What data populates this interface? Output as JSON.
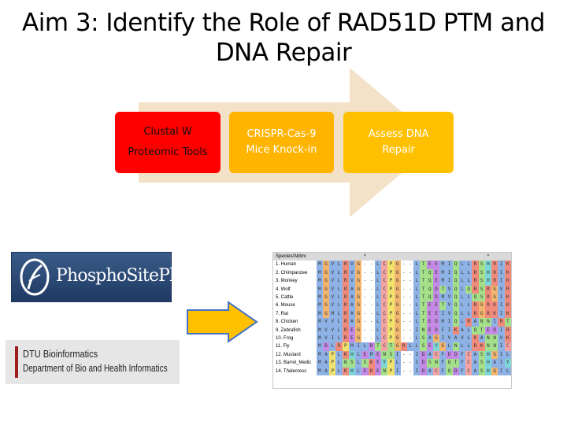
{
  "title": {
    "line1": "Aim 3:  Identify the Role of RAD51D PTM and",
    "line2": "DNA Repair"
  },
  "process": [
    {
      "line1": "Clustal W",
      "line2": "Proteomic Tools",
      "color": "#ff0000"
    },
    {
      "line1": "CRISPR-Cas-9",
      "line2": "Mice Knock-in",
      "color": "#ffb400"
    },
    {
      "line1": "Assess DNA",
      "line2": "Repair",
      "color": "#ffc000"
    }
  ],
  "colors": {
    "background_arrow": "#f3e2c8",
    "arrow": "#ffc000",
    "arrow_border": "#4472c4"
  },
  "logos": {
    "phosphositeplus": {
      "text": "PhosphoSitePlus",
      "mark": "®"
    },
    "dtu": {
      "line1": "DTU Bioinformatics",
      "line2": "Department of Bio and Health Informatics"
    }
  },
  "alignment": {
    "header_label": "Species/Abbrv",
    "header_marks": "       *                  *   ",
    "rows": [
      {
        "name": "1. Human",
        "seq": "MGVLRVG--LCPG--LTEEMIQLLRSHRIKTVVDLVSA"
      },
      {
        "name": "2. Chimpanzee",
        "seq": "MGVLRVG--LCPG--LTQEMIQLLRSHRIKTVVDLVSA"
      },
      {
        "name": "3. Monkey",
        "seq": "MGVLRVG--LCPG--LTQEMIQLLRSHRIKTVVDLVSA"
      },
      {
        "name": "4. Wolf",
        "seq": "MGVLRAG--LCPG--LTQDTVQLQRSRGVRTVVDLASA"
      },
      {
        "name": "5. Cattle",
        "seq": "MGVLRAG--LCPG--LTQDMVQLLQSRGIKTVVDLVCA"
      },
      {
        "name": "6. Mouse",
        "seq": "MGVLRAG--LCPG--LTEETVQLLRGRKIKTVADLAAA"
      },
      {
        "name": "7. Rat",
        "seq": "MGMLRAG--LCPG--LTEEIVQLLRGRKIKTVADLAAA"
      },
      {
        "name": "8. Chicken",
        "seq": "MVVLRAG--LCPG--LTEDMIQLRANNIRTVVDFVSS"
      },
      {
        "name": "9. Zebrafish",
        "seq": "MVVLREG--LCPG--INEDFIKALQTEDIRTVVDFVSW"
      },
      {
        "name": "10. Frog",
        "seq": "MVILREG--LCPG--LSAGIVAVLKANNVKTVIDLVAS"
      },
      {
        "name": "11. Fly",
        "seq": "MDLRPMILDTCTGRLLSEYGLNLLRKNNICSLIDFYDA"
      },
      {
        "name": "12. Mustard",
        "seq": "MAPLKHLEMENSI--IDACFDDFCASHGILTVEDFLLH"
      },
      {
        "name": "13. Barrel_Medic",
        "seq": "MAPLNSLSKEYPL--IDSNFQTFCASHAIYSVEDFLLH"
      },
      {
        "name": "14. Thalecress",
        "seq": "MAPLKHLEKENPI--IDACFQDFCASHGILTVEDFLLH"
      }
    ]
  }
}
